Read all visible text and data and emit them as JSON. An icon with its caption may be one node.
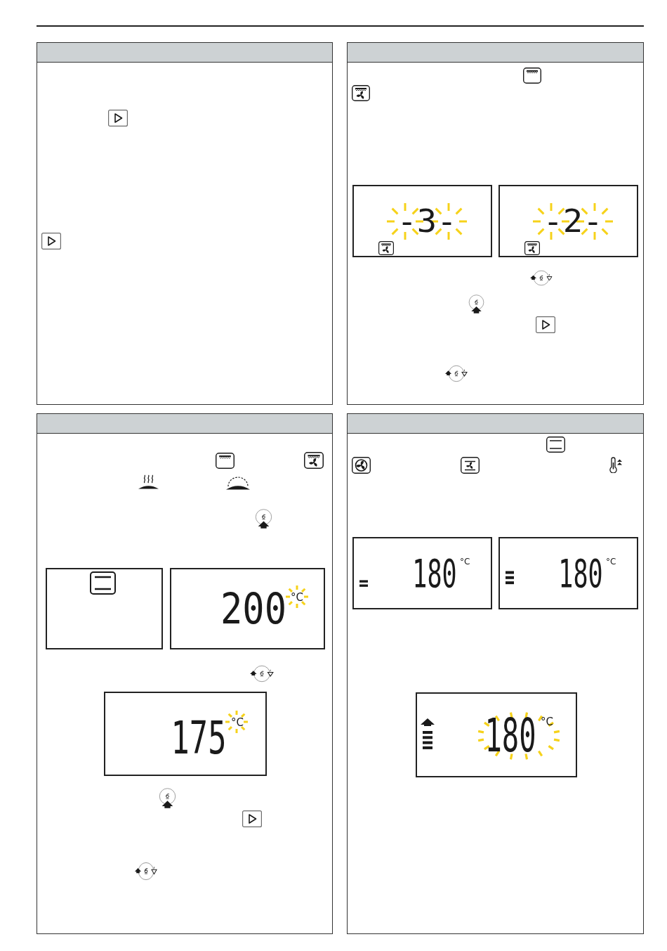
{
  "diagram": {
    "nodes": [
      {
        "text": [],
        "shape": "box"
      },
      {
        "text": [],
        "shape": "box"
      },
      {
        "text": [
          "-3-"
        ],
        "in": 1
      },
      {
        "text": [
          "-2-"
        ],
        "in": 1
      },
      {
        "text": [],
        "shape": "box"
      },
      {
        "text": [],
        "shape": "box",
        "in": 4
      },
      {
        "text": [
          "200",
          "°C"
        ],
        "in": 4
      },
      {
        "text": [
          "175",
          "°C"
        ],
        "in": 4
      },
      {
        "text": [],
        "shape": "box"
      },
      {
        "text": [
          "180",
          "°C"
        ],
        "in": 8
      },
      {
        "text": [
          "180",
          "°C"
        ],
        "in": 8
      },
      {
        "text": [
          "180",
          "°C"
        ],
        "in": 8
      }
    ]
  }
}
